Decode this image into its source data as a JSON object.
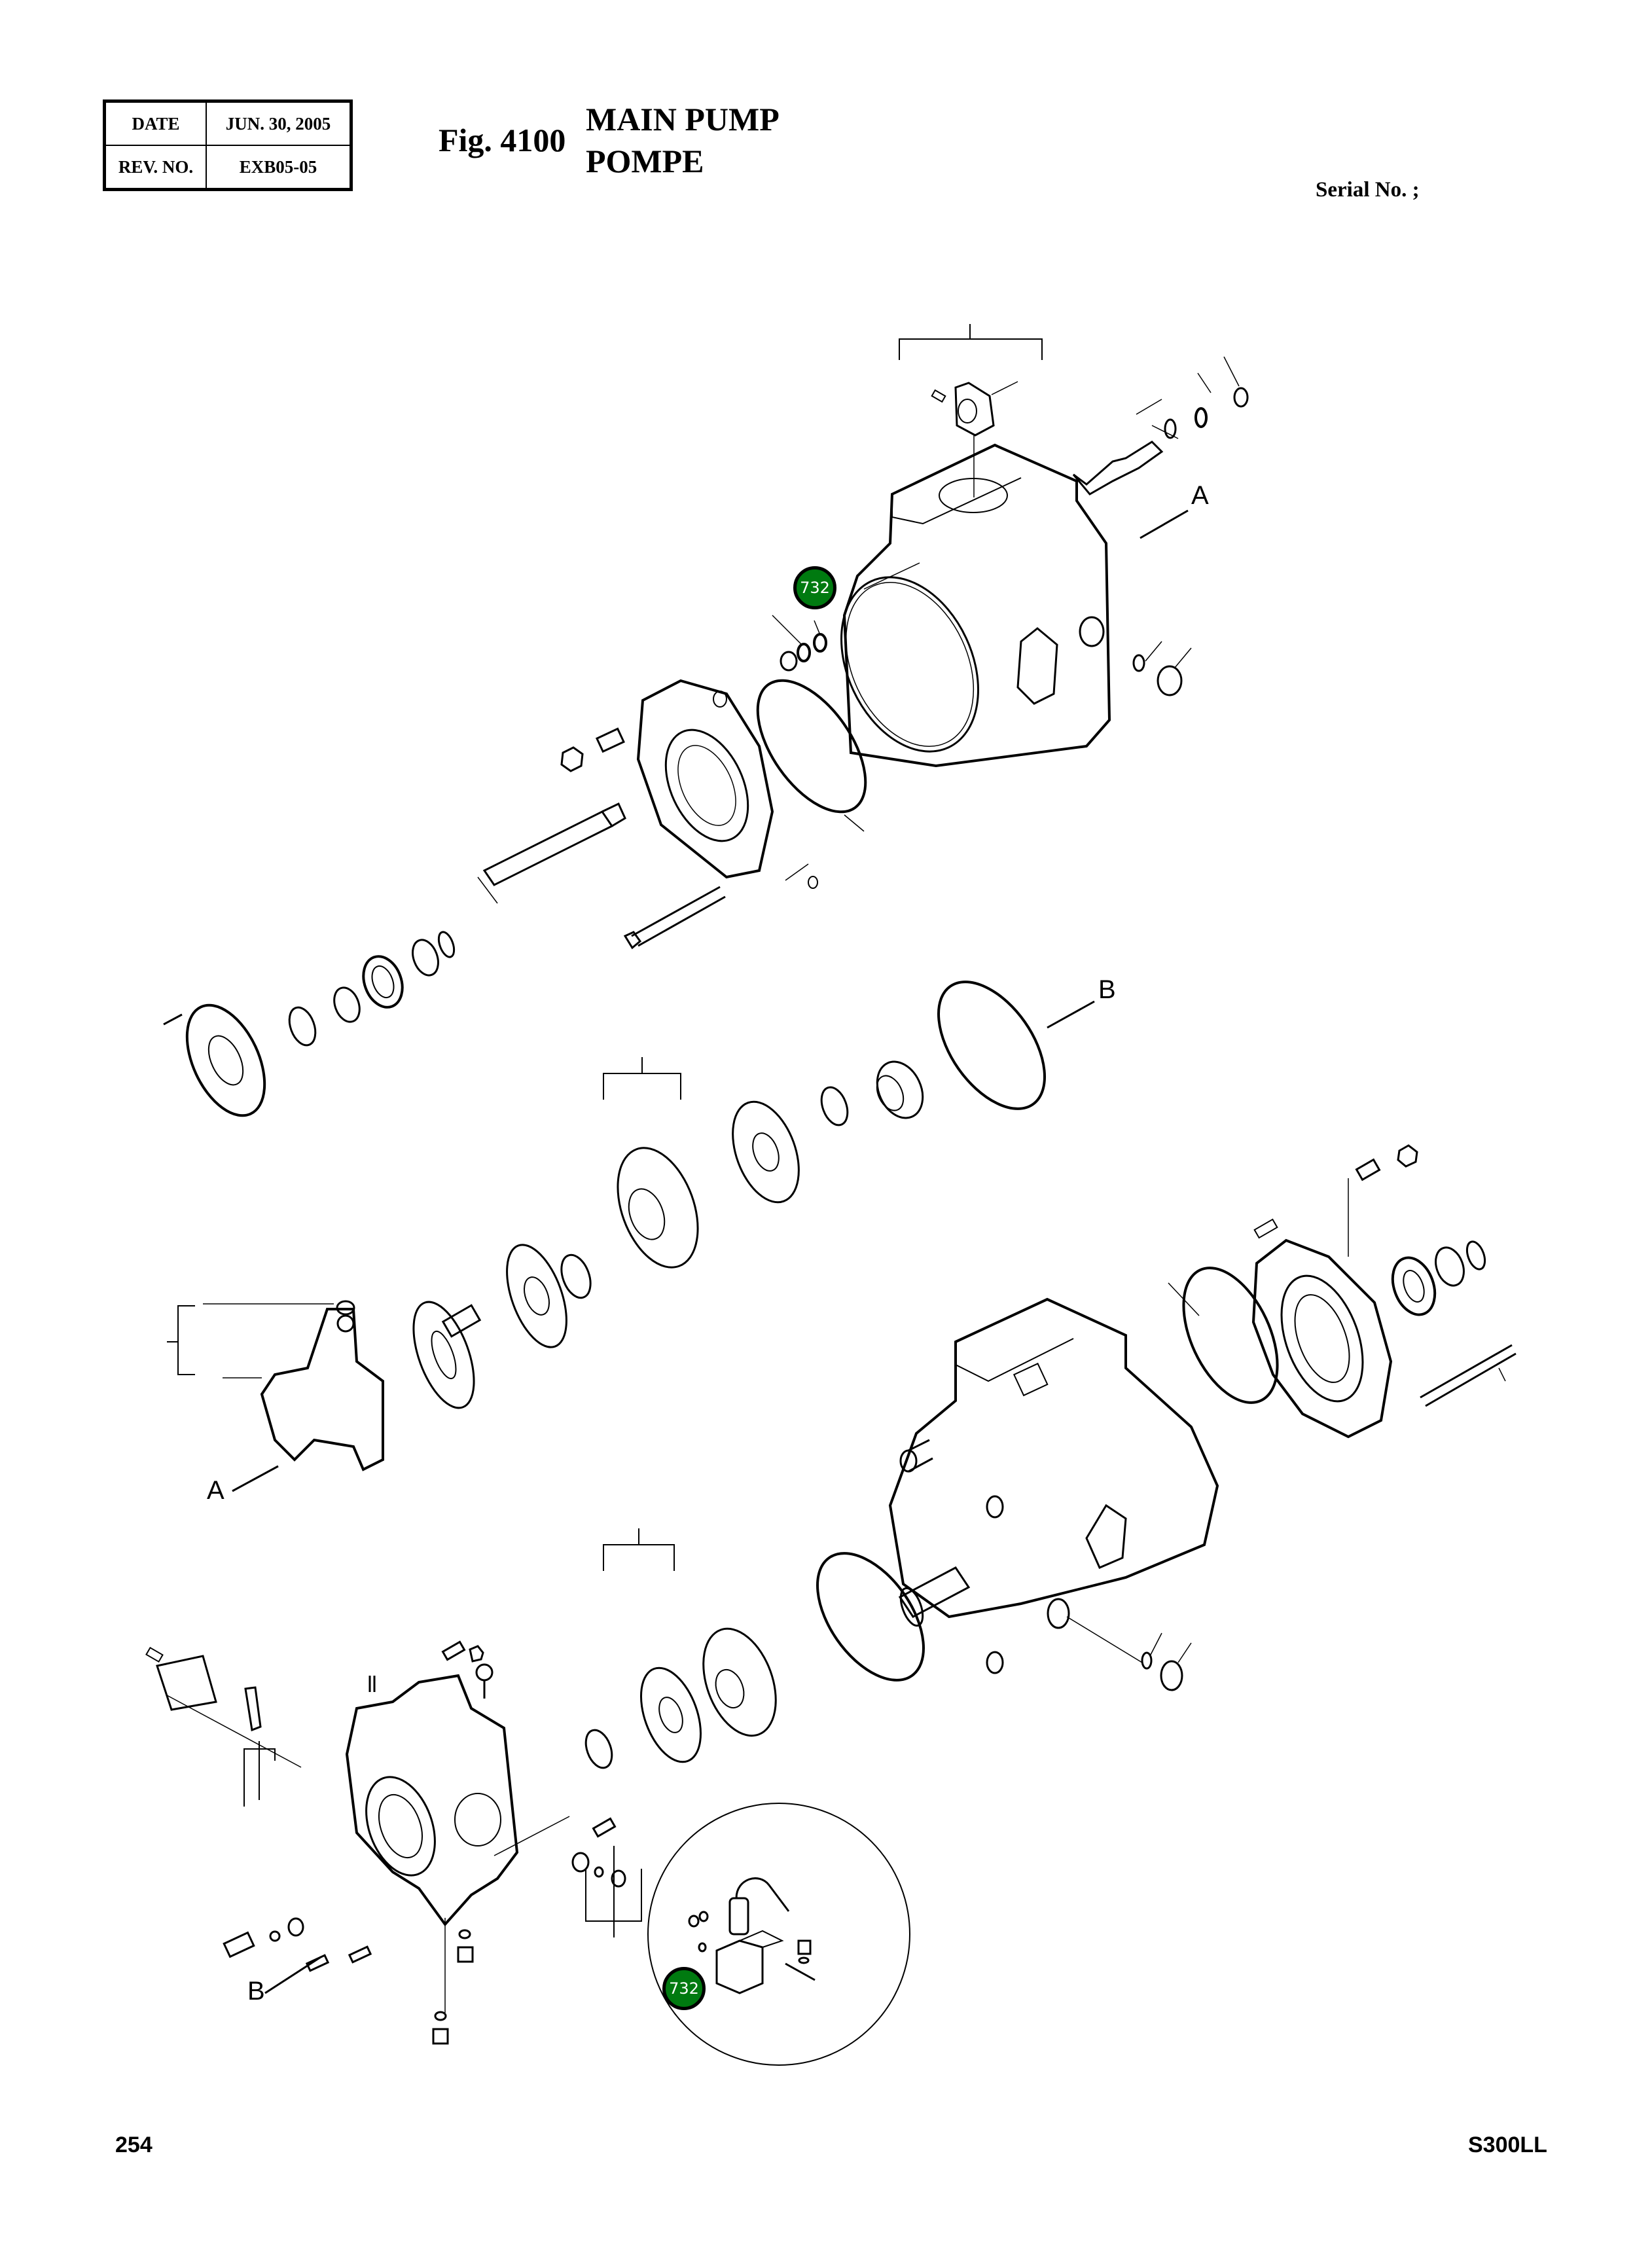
{
  "header": {
    "date_label": "DATE",
    "date_value": "JUN. 30, 2005",
    "rev_label": "REV. NO.",
    "rev_value": "EXB05-05",
    "figure_number": "Fig. 4100",
    "title_en": "MAIN PUMP",
    "title_fr": "POMPE",
    "serial_label": "Serial No. ;"
  },
  "diagram": {
    "callouts": [
      {
        "label": "732",
        "color": "#007a10"
      },
      {
        "label": "732",
        "color": "#007a10"
      }
    ],
    "reference_letters": {
      "a_top": "A",
      "b_top": "B",
      "a_bottom": "A",
      "b_bottom": "B"
    }
  },
  "footer": {
    "page_number": "254",
    "model": "S300LL"
  }
}
